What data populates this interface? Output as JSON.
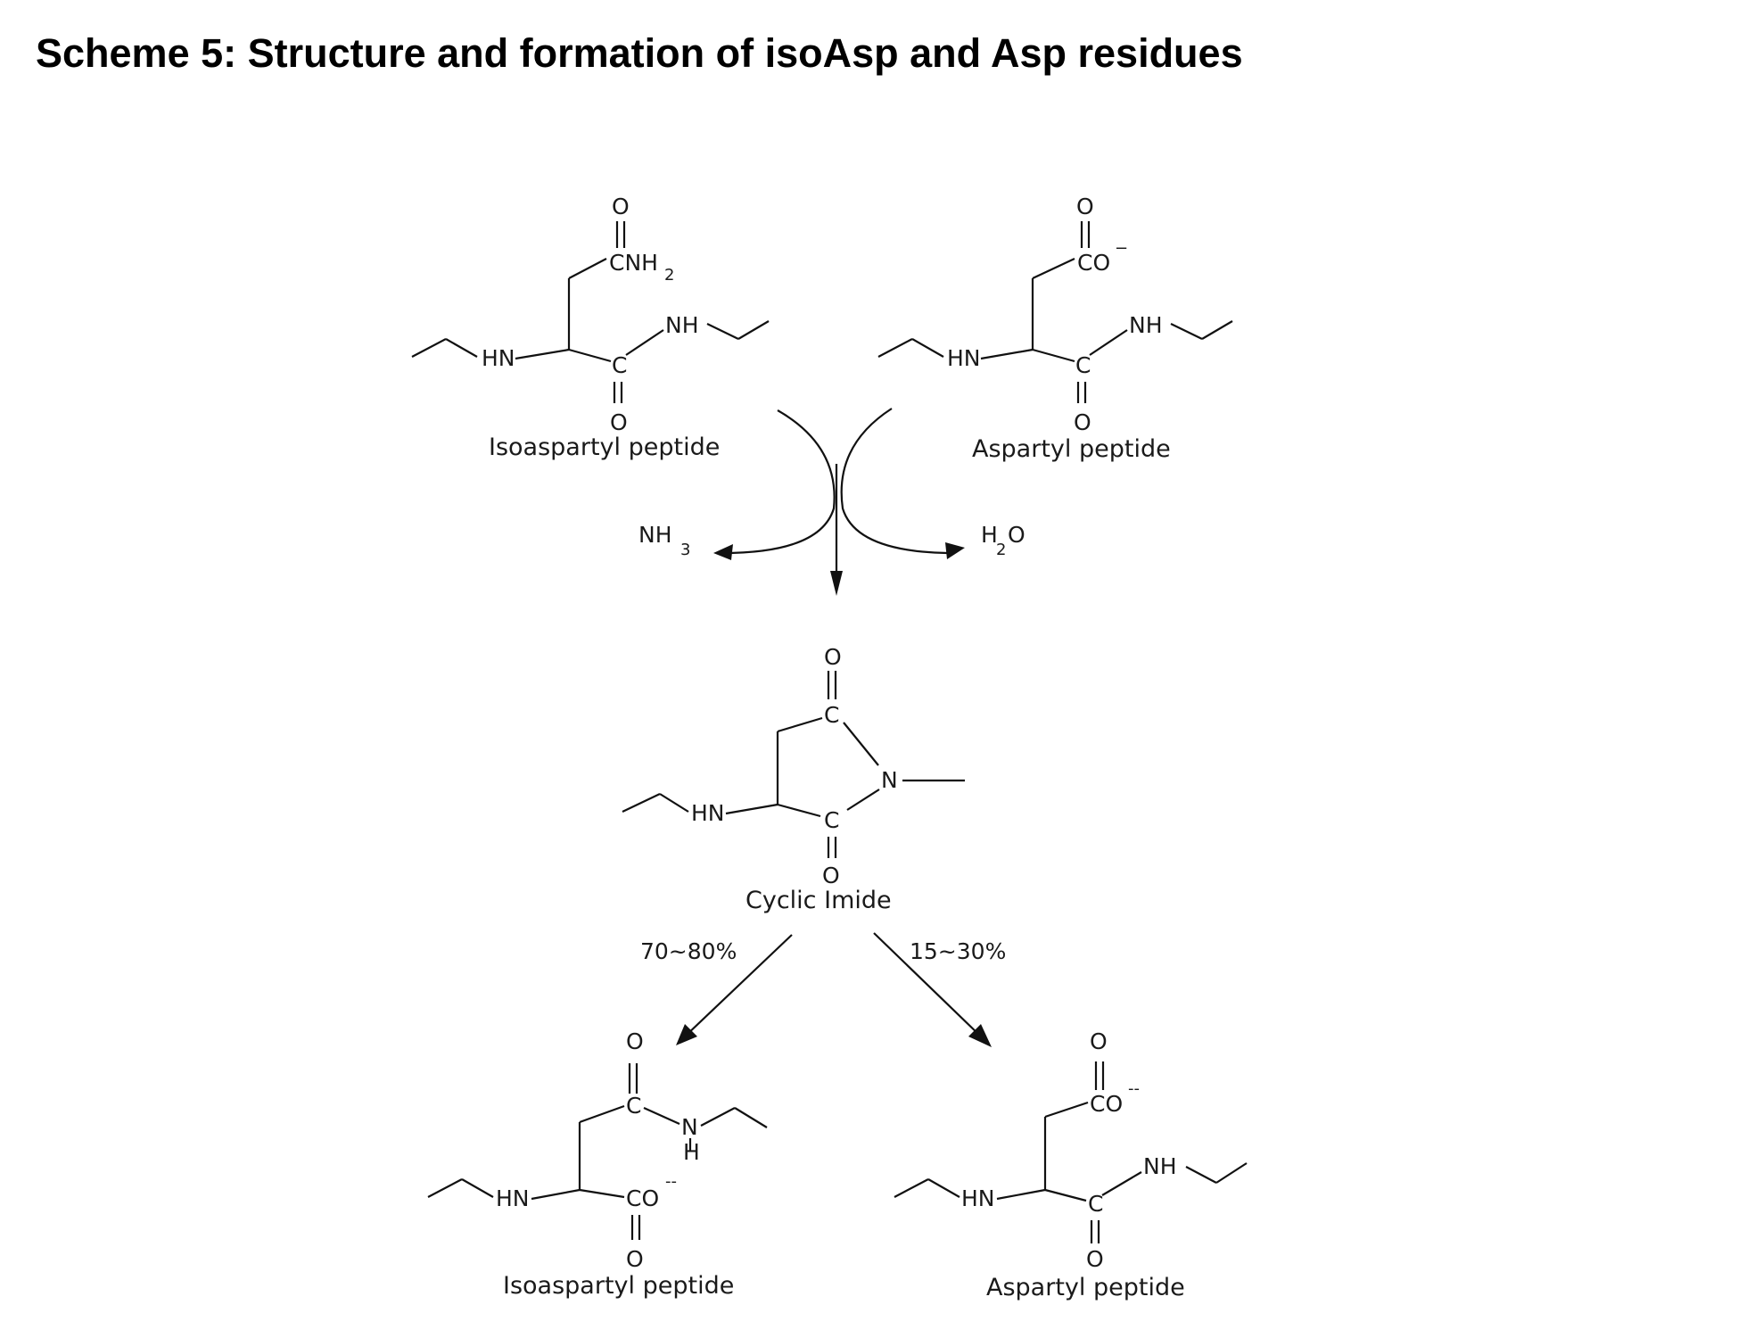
{
  "title": "Scheme 5: Structure and formation of isoAsp and Asp residues",
  "atoms": {
    "O": "O",
    "C": "C",
    "N": "N",
    "H": "H",
    "HN": "HN",
    "NH": "NH",
    "CNH": "CNH",
    "CO": "CO",
    "NH_sub": "2",
    "charge": "−",
    "charge2": "--"
  },
  "byproducts": {
    "nh": "NH",
    "nh_sub": "3",
    "h": "H",
    "h_sub": "2",
    "o": "O"
  },
  "labels": {
    "isoaspartyl": "Isoaspartyl peptide",
    "aspartyl": "Aspartyl peptide",
    "cyclic_imide": "Cyclic Imide"
  },
  "percentages": {
    "left": "70~80%",
    "right": "15~30%"
  }
}
